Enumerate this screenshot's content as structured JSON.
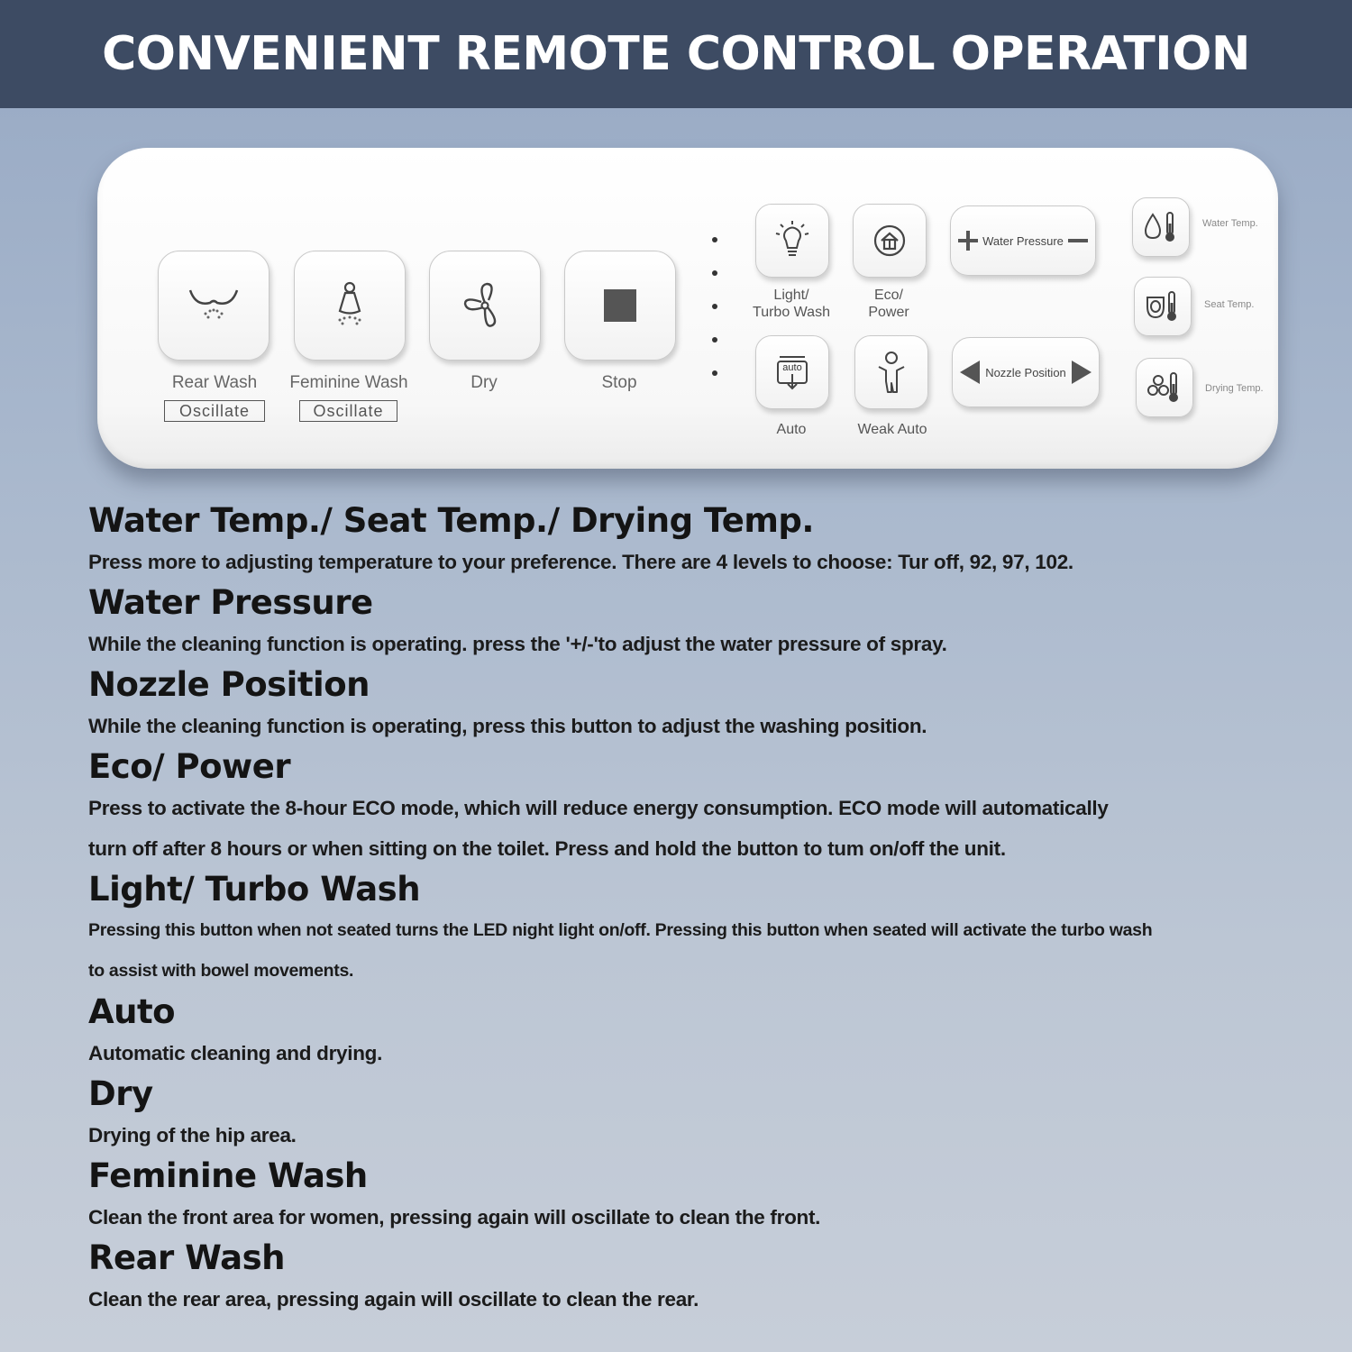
{
  "header": {
    "title": "CONVENIENT REMOTE CONTROL OPERATION"
  },
  "remote": {
    "rear_wash": {
      "label": "Rear Wash",
      "oscillate": "Oscillate"
    },
    "feminine_wash": {
      "label": "Feminine Wash",
      "oscillate": "Oscillate"
    },
    "dry": {
      "label": "Dry"
    },
    "stop": {
      "label": "Stop"
    },
    "light": {
      "label_line1": "Light/",
      "label_line2": "Turbo Wash"
    },
    "eco": {
      "label_line1": "Eco/",
      "label_line2": "Power"
    },
    "auto": {
      "label": "Auto",
      "icon_text": "auto"
    },
    "weak_auto": {
      "label": "Weak Auto"
    },
    "water_pressure": {
      "label": "Water Pressure"
    },
    "nozzle_position": {
      "label": "Nozzle Position"
    },
    "water_temp": {
      "label": "Water Temp."
    },
    "seat_temp": {
      "label": "Seat Temp."
    },
    "drying_temp": {
      "label": "Drying Temp."
    }
  },
  "sections": [
    {
      "title": "Water Temp./ Seat Temp./ Drying Temp.",
      "lines": [
        "Press more to adjusting temperature to your preference. There are 4 levels to choose: Tur off, 92, 97, 102."
      ]
    },
    {
      "title": "Water Pressure",
      "lines": [
        "While the cleaning function is operating. press the '+/-'to adjust the water pressure of spray."
      ]
    },
    {
      "title": "Nozzle Position",
      "lines": [
        "While the cleaning function is operating, press this button to adjust the washing position."
      ]
    },
    {
      "title": "Eco/ Power",
      "lines": [
        "Press to activate the 8-hour ECO mode, which will reduce energy consumption. ECO mode will automatically",
        "turn off after 8 hours or when sitting on the toilet. Press and hold the button to tum on/off the unit."
      ]
    },
    {
      "title": "Light/ Turbo Wash",
      "lines": [
        "Pressing this button when not seated turns the LED night light on/off. Pressing this button when seated will activate the turbo wash",
        "to assist with bowel movements."
      ]
    },
    {
      "title": "Auto",
      "lines": [
        "Automatic cleaning and drying."
      ]
    },
    {
      "title": "Dry",
      "lines": [
        "Drying of the hip area."
      ]
    },
    {
      "title": "Feminine Wash",
      "lines": [
        "Clean the front area for women, pressing again will oscillate to clean the front."
      ]
    },
    {
      "title": "Rear Wash",
      "lines": [
        "Clean the rear area, pressing again will oscillate to clean the rear."
      ]
    }
  ]
}
